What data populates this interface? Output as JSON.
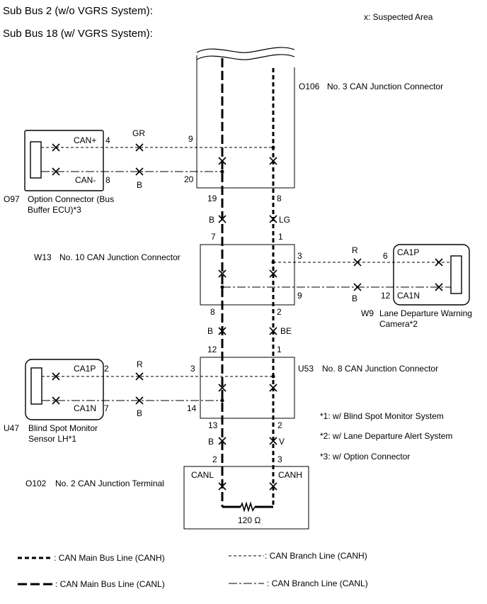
{
  "header": {
    "title_line1": "Sub Bus 2 (w/o VGRS System):",
    "title_line2": "Sub Bus 18 (w/ VGRS System):",
    "suspected_area": "x: Suspected Area"
  },
  "connectors": {
    "o106": {
      "code": "O106",
      "name": "No. 3 CAN Junction Connector",
      "pins": {
        "p9": "9",
        "p20": "20",
        "p19": "19",
        "p8": "8"
      }
    },
    "o97": {
      "code": "O97",
      "name_line1": "Option Connector (Bus",
      "name_line2": "Buffer ECU)*3",
      "pin_can_plus": "CAN+",
      "pin_can_minus": "CAN-",
      "pin4": "4",
      "pin8": "8"
    },
    "w13": {
      "code": "W13",
      "name": "No. 10 CAN Junction Connector",
      "pins": {
        "p7": "7",
        "p1": "1",
        "p3": "3",
        "p9": "9",
        "p8": "8",
        "p2": "2"
      }
    },
    "w9": {
      "code": "W9",
      "name_line1": "Lane Departure Warning",
      "name_line2": "Camera*2",
      "pin_ca1p": "CA1P",
      "pin_ca1n": "CA1N",
      "pin6": "6",
      "pin12": "12"
    },
    "u53": {
      "code": "U53",
      "name": "No. 8 CAN Junction Connector",
      "pins": {
        "p12": "12",
        "p1": "1",
        "p3": "3",
        "p14": "14",
        "p13": "13",
        "p2": "2"
      }
    },
    "u47": {
      "code": "U47",
      "name_line1": "Blind Spot Monitor",
      "name_line2": "Sensor LH*1",
      "pin_ca1p": "CA1P",
      "pin_ca1n": "CA1N",
      "pin2": "2",
      "pin7": "7"
    },
    "o102": {
      "code": "O102",
      "name": "No. 2 CAN Junction Terminal",
      "pin_canl": "CANL",
      "pin_canh": "CANH",
      "pin2": "2",
      "pin3": "3",
      "resistor": "120 Ω"
    }
  },
  "wire_colors": {
    "o97_canh": "GR",
    "o97_canl": "B",
    "o106_w13_canl": "B",
    "o106_w13_canh": "LG",
    "w13_w9_canh": "R",
    "w13_w9_canl": "B",
    "w13_u53_canl": "B",
    "w13_u53_canh": "BE",
    "u53_u47_canh": "R",
    "u53_u47_canl": "B",
    "u53_o102_canl": "B",
    "u53_o102_canh": "V"
  },
  "notes": {
    "n1": "*1: w/ Blind Spot Monitor System",
    "n2": "*2: w/ Lane Departure Alert System",
    "n3": "*3: w/ Option Connector"
  },
  "legend": {
    "main_canh": ": CAN Main Bus Line (CANH)",
    "main_canl": ": CAN Main Bus Line (CANL)",
    "branch_canh": ": CAN Branch Line (CANH)",
    "branch_canl": ": CAN Branch Line (CANL)"
  },
  "icons": {
    "suspected": "x-mark-icon",
    "resistor": "resistor-icon"
  },
  "colors": {
    "line": "#000000",
    "background": "#ffffff"
  }
}
